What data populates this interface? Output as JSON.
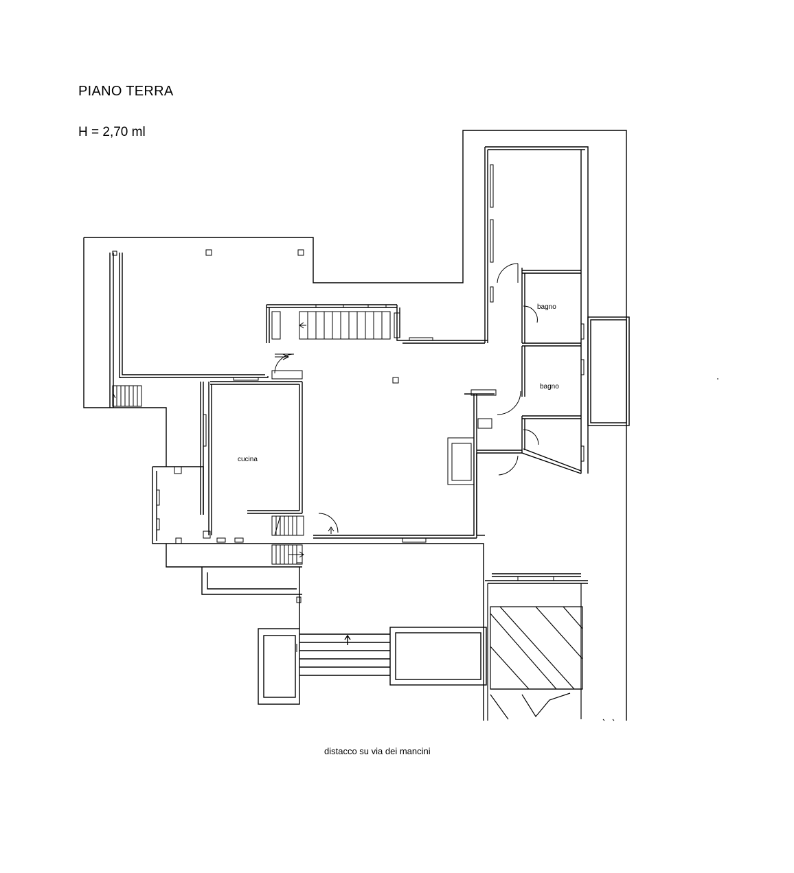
{
  "drawing": {
    "title": "PIANO TERRA",
    "height_note": "H = 2,70  ml",
    "caption": "distacco su via dei mancini"
  },
  "rooms": {
    "cucina": "cucina",
    "bagno_1": "bagno",
    "bagno_2": "bagno"
  }
}
